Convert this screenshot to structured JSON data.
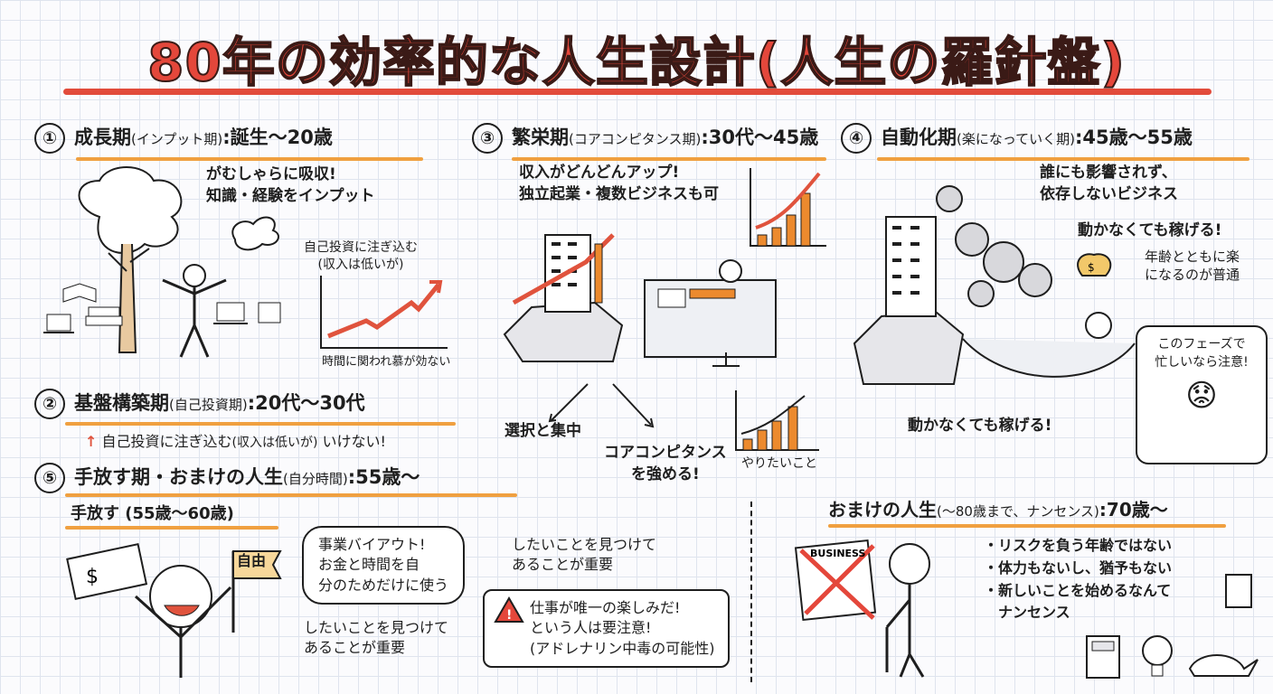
{
  "title": "80年の効率的な人生設計(人生の羅針盤)",
  "s1": {
    "num": "①",
    "label": "成長期",
    "sub": "(インプット期)",
    "range": ":誕生〜20歳",
    "text1": "がむしゃらに吸収!",
    "text2": "知識・経験をインプット",
    "chart_note1": "自己投資に注ぎ込む",
    "chart_note2": "(収入は低いが)",
    "chart_axis": "時間に関われ慕が効ない"
  },
  "s2": {
    "num": "②",
    "label": "基盤構築期",
    "sub": "(自己投資期)",
    "range": ":20代〜30代",
    "note_a": "自己投資に注ぎ込む",
    "note_b": "(収入は低いが)",
    "note_c": "いけない!"
  },
  "s3": {
    "num": "③",
    "label": "繁栄期",
    "sub": "(コアコンピタンス期)",
    "range": ":30代〜45歳",
    "text1": "収入がどんどんアップ!",
    "text2": "独立起業・複数ビジネスも可",
    "focus": "選択と集中",
    "core1": "コアコンピタンス",
    "core2": "を強める!",
    "want": "やりたいこと"
  },
  "s4": {
    "num": "④",
    "label": "自動化期",
    "sub": "(楽になっていく期)",
    "range": ":45歳〜55歳",
    "text1": "誰にも影響されず、",
    "text2": "依存しないビジネス",
    "text3": "動かなくても稼げる!",
    "text4a": "年齢とともに楽",
    "text4b": "になるのが普通",
    "bottom": "動かなくても稼げる!",
    "warn1": "このフェーズで",
    "warn2": "忙しいなら注意!"
  },
  "s5": {
    "num": "⑤",
    "label": "手放す期・おまけの人生",
    "sub": "(自分時間)",
    "range": ":55歳〜",
    "sub_label": "手放す (55歳〜60歳)",
    "flag": "自由",
    "bubble1": "事業バイアウト!",
    "bubble2": "お金と時間を自",
    "bubble3": "分のためだけに使う",
    "find1": "したいことを見つけて",
    "find2": "あることが重要",
    "warn1": "仕事が唯一の楽しみだ!",
    "warn2": "という人は要注意!",
    "warn3": "(アドレナリン中毒の可能性)"
  },
  "bonus": {
    "label": "おまけの人生",
    "sub": "(〜80歳まで、ナンセンス)",
    "range": ":70歳〜",
    "paper": "BUSINESS",
    "items": [
      "・リスクを負う年齢ではない",
      "・体力もないし、猶予もない",
      "・新しいことを始めるなんて",
      "　ナンセンス"
    ]
  },
  "colors": {
    "accent": "#e4473b",
    "underline": "#f0a040",
    "bar": "#ec8a2e",
    "arrow": "#e0533d"
  },
  "icons": [
    "tree-icon",
    "person-icon",
    "laptop-icon",
    "books-icon",
    "building-icon",
    "rock-icon",
    "gear-icon",
    "hammock-icon",
    "money-bag-icon",
    "calculator-icon",
    "lightbulb-icon",
    "magic-lamp-icon",
    "warning-icon"
  ]
}
